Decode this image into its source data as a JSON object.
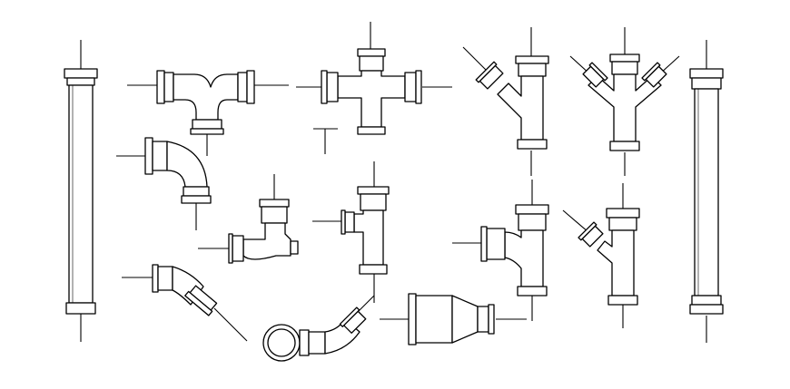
{
  "drawing": {
    "background": "#ffffff",
    "line_color": "#000000",
    "fittings": [
      {
        "id": "straight-pipe-left",
        "kind": "straight pipe"
      },
      {
        "id": "sweep-tee-top",
        "kind": "sweep tee"
      },
      {
        "id": "cross-fitting",
        "kind": "cross"
      },
      {
        "id": "wye-branch-left",
        "kind": "45 degree wye"
      },
      {
        "id": "double-wye",
        "kind": "double wye"
      },
      {
        "id": "straight-pipe-right",
        "kind": "straight pipe"
      },
      {
        "id": "elbow-90",
        "kind": "90 degree elbow"
      },
      {
        "id": "small-tee-symbol",
        "kind": "tee symbol"
      },
      {
        "id": "long-sweep-elbow",
        "kind": "long sweep elbow"
      },
      {
        "id": "side-inlet-tee",
        "kind": "tee"
      },
      {
        "id": "sanitary-tee",
        "kind": "sanitary tee"
      },
      {
        "id": "wye-small",
        "kind": "wye"
      },
      {
        "id": "elbow-45",
        "kind": "45 degree elbow"
      },
      {
        "id": "bend-with-end-view",
        "kind": "bend"
      },
      {
        "id": "reducer",
        "kind": "reducer"
      }
    ]
  }
}
